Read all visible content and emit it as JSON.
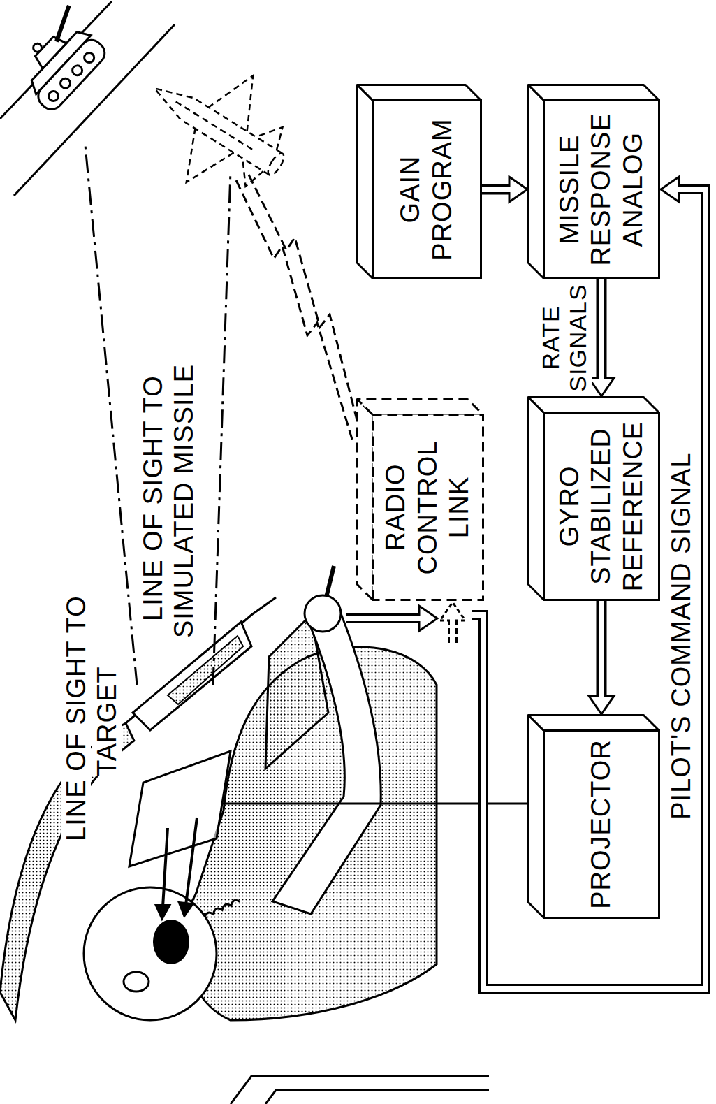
{
  "diagram": {
    "nodes": [
      {
        "text": [
          "GAIN PROGRAM"
        ]
      },
      {
        "text": [
          "MISSILE RESPONSE ANALOG"
        ]
      },
      {
        "text": [
          "RADIO CONTROL LINK"
        ]
      },
      {
        "text": [
          "GYRO STABILIZED REFERENCE"
        ]
      },
      {
        "text": [
          "PROJECTOR"
        ]
      }
    ],
    "edges": [
      {
        "from": 0,
        "to": 1,
        "arrow": "to"
      },
      {
        "from": 1,
        "to": 3,
        "label": "RATE SIGNALS",
        "arrow": "to"
      },
      {
        "from": 3,
        "to": 4,
        "arrow": "to"
      }
    ],
    "labels": [
      "LINE OF SIGHT TO TARGET",
      "LINE OF SIGHT TO SIMULATED MISSILE",
      "PILOT'S COMMAND SIGNAL"
    ]
  }
}
